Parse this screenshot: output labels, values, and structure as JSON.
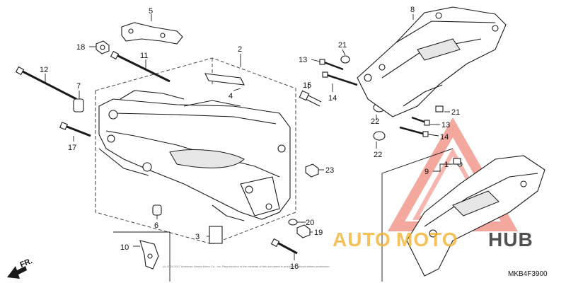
{
  "diagram_code": "MKB4F3900",
  "direction_label": "FR.",
  "callouts": {
    "p1": "1",
    "p2": "2",
    "p3": "3",
    "p4": "4",
    "p5": "5",
    "p6": "6",
    "p7": "7",
    "p8": "8",
    "p9": "9",
    "p10": "10",
    "p11": "11",
    "p12": "12",
    "p13a": "13",
    "p13b": "13",
    "p14a": "14",
    "p14b": "14",
    "p15": "15",
    "p16": "16",
    "p17": "17",
    "p18": "18",
    "p19": "19",
    "p20": "20",
    "p21a": "21",
    "p21b": "21",
    "p22a": "22",
    "p22b": "22",
    "p23": "23"
  },
  "watermark": {
    "text_a": "AUTO",
    "text_b": "MOTO",
    "text_c": "HUB",
    "color_primary": "#e8432e",
    "color_secondary": "#f2b233",
    "color_dark": "#333333"
  },
  "copyright": "(c) 2004-2017 American Honda Motor Co., Inc. Reproduction of the contents of this document is prohibited without written permission."
}
